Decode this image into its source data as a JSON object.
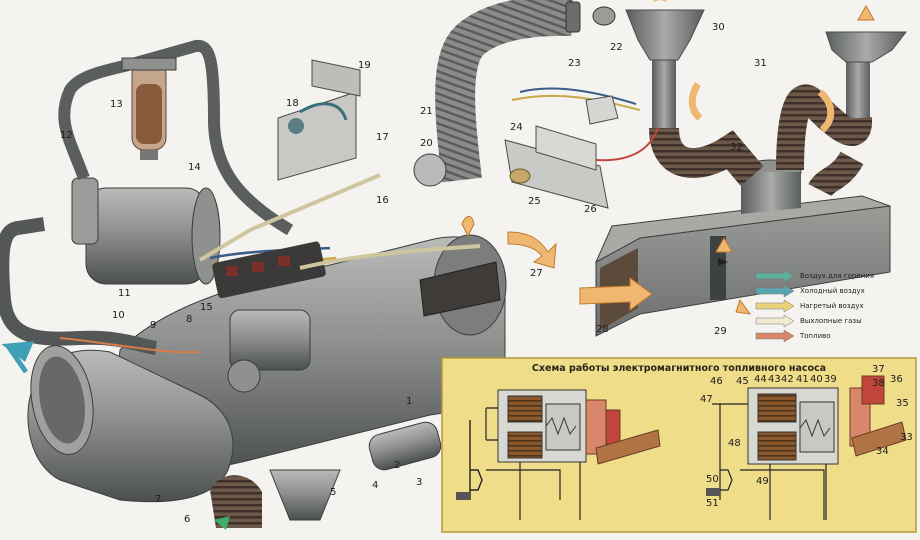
{
  "callouts": [
    "1",
    "2",
    "3",
    "4",
    "5",
    "6",
    "7",
    "8",
    "9",
    "10",
    "11",
    "12",
    "13",
    "14",
    "15",
    "16",
    "17",
    "18",
    "19",
    "20",
    "21",
    "22",
    "23",
    "24",
    "25",
    "26",
    "27",
    "28",
    "29",
    "30",
    "31",
    "32",
    "33",
    "34",
    "35",
    "36",
    "37",
    "38",
    "39",
    "40",
    "41",
    "42",
    "43",
    "44",
    "45",
    "46",
    "47",
    "48",
    "49",
    "50",
    "51"
  ],
  "legend": [
    {
      "label": "Воздух для горения",
      "color": "#5fae9c"
    },
    {
      "label": "Холодный воздух",
      "color": "#5aa6b0"
    },
    {
      "label": "Нагретый воздух",
      "color": "#e8d27a"
    },
    {
      "label": "Выхлопные газы",
      "color": "#f1ead0"
    },
    {
      "label": "Топливо",
      "color": "#d9876a"
    }
  ],
  "schema": {
    "title": "Схема работы электромагнитного топливного насоса"
  },
  "colors": {
    "metal": "#8c8f8c",
    "metal_dark": "#55585a",
    "hose": "#6e5a4a",
    "panel": "#f0dd8a",
    "fuel": "#d9876a",
    "arrow": "#f0b770",
    "cold": "#3f9fb4"
  }
}
